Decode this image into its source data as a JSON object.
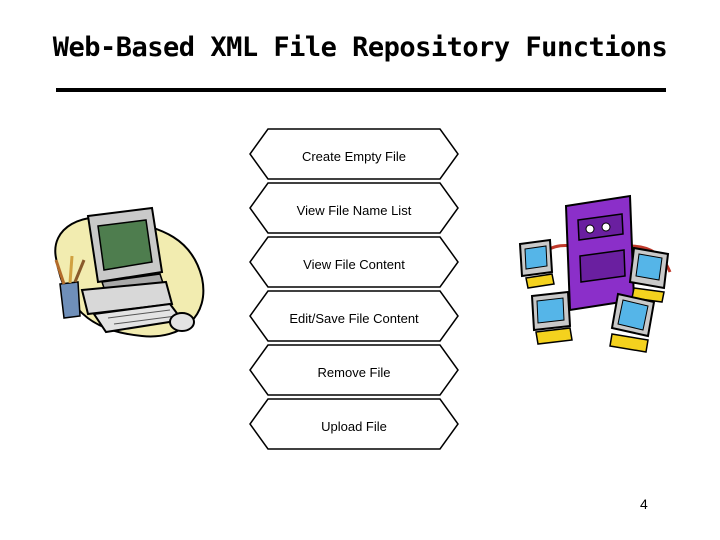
{
  "title": "Web-Based XML File Repository Functions",
  "functions": [
    "Create Empty File",
    "View File Name List",
    "View File Content",
    "Edit/Save File Content",
    "Remove File",
    "Upload File"
  ],
  "page_number": "4",
  "colors": {
    "client_monitor": "#c9c9c9",
    "client_screen": "#4e7d4e",
    "client_blob": "#f2ecb0",
    "server_tower": "#8b2fc9",
    "server_monitor_screen": "#55b5e8",
    "server_stand": "#f4d21e",
    "server_cable": "#c0392b"
  },
  "icons": [
    "desktop-computer-icon",
    "network-server-icon"
  ]
}
